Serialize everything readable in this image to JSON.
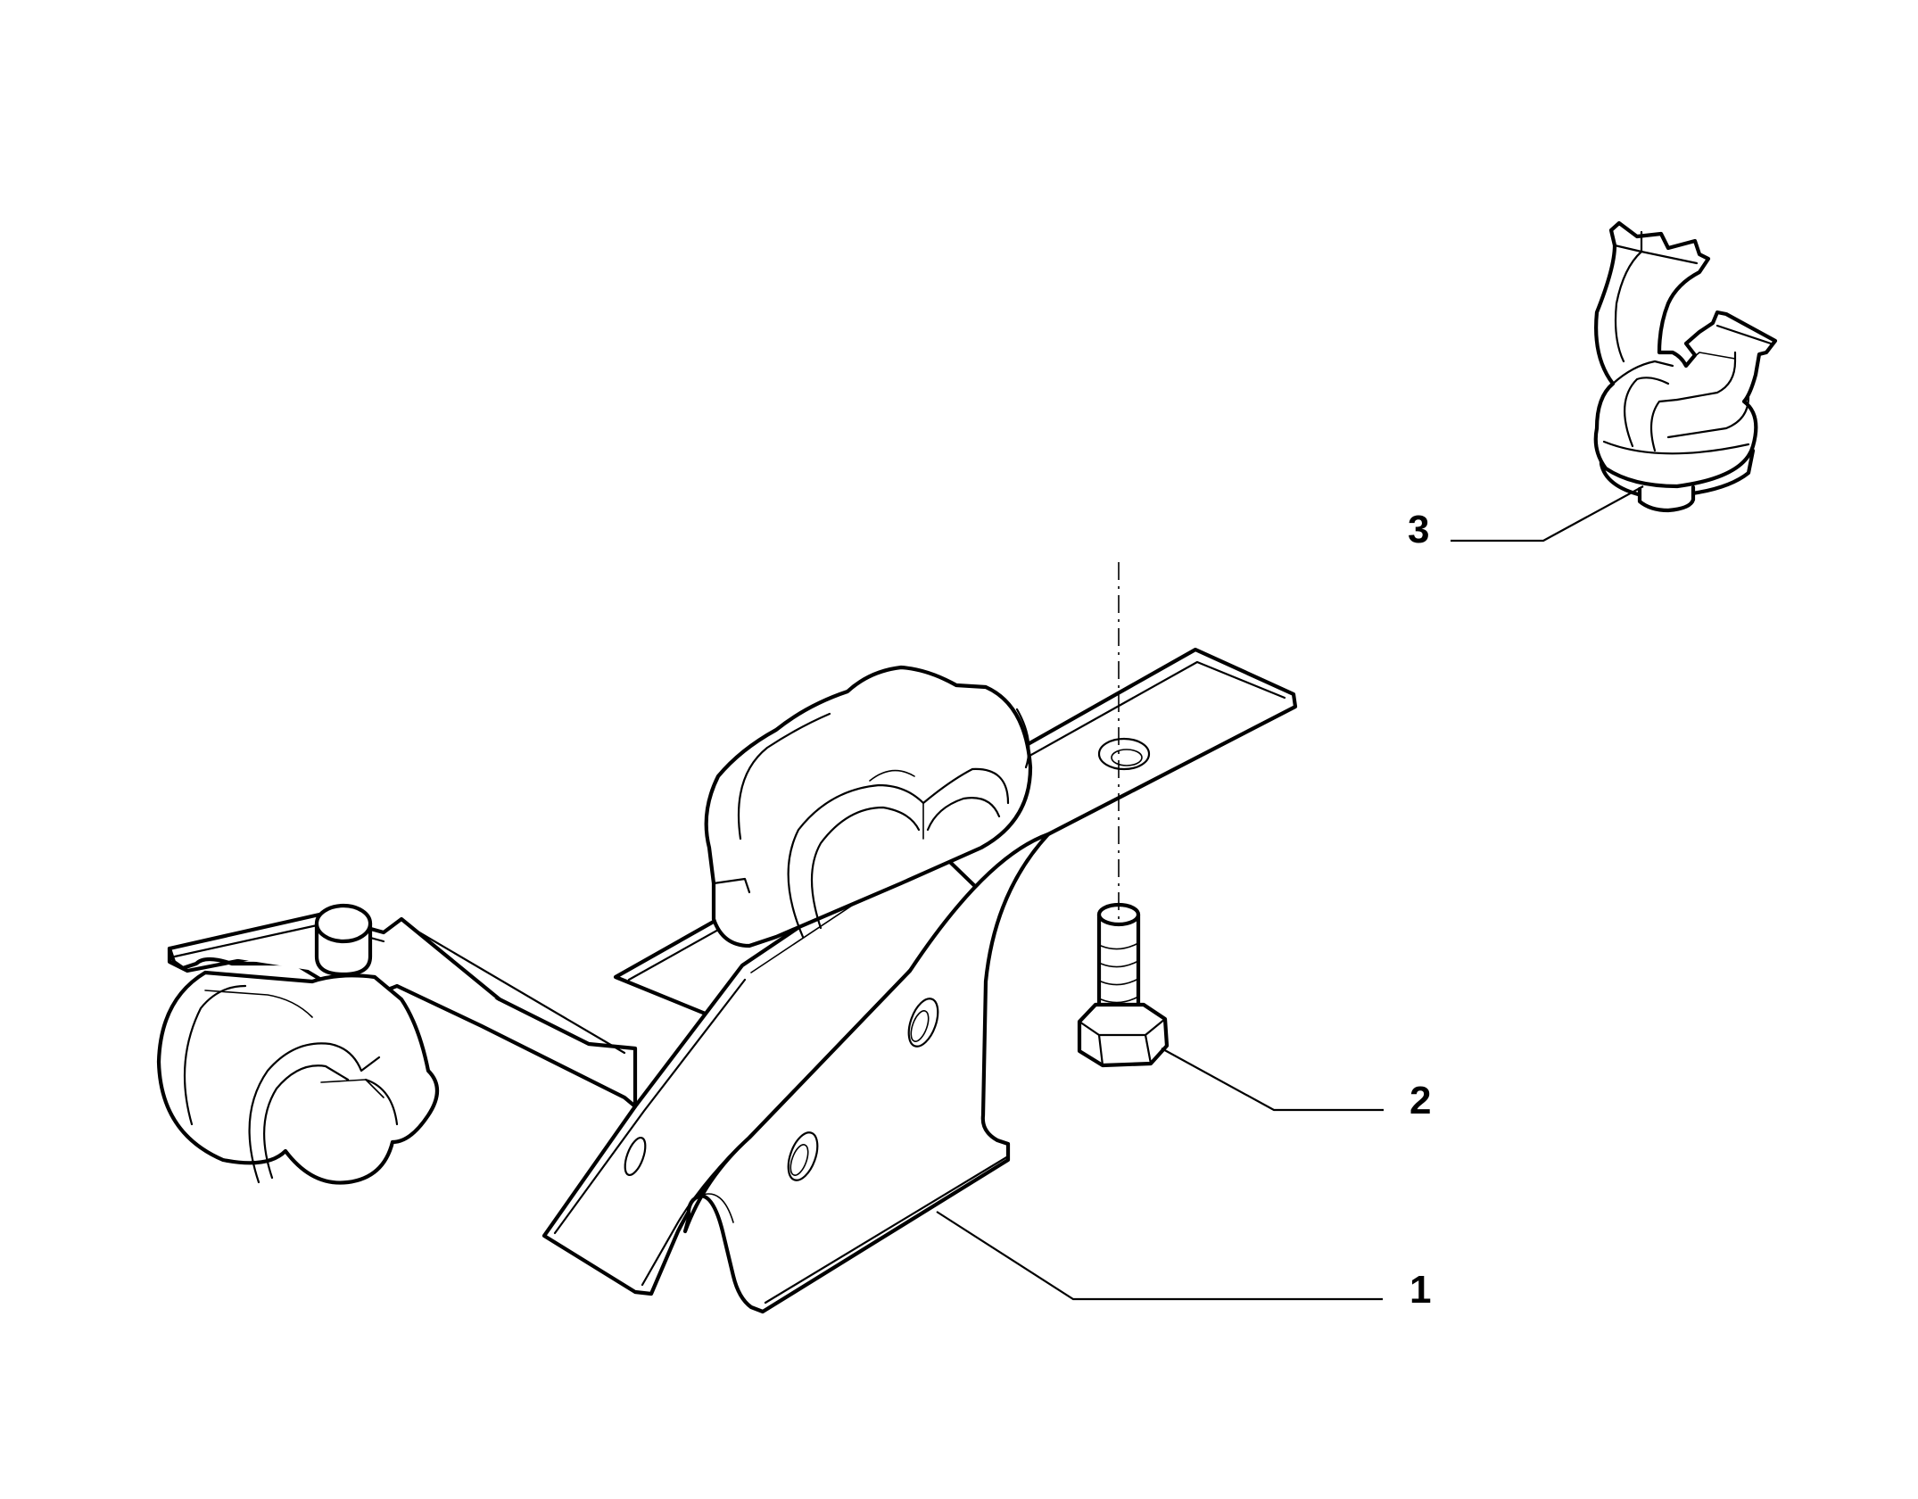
{
  "callouts": [
    {
      "id": "1",
      "label": "1",
      "part": "mounting-bracket"
    },
    {
      "id": "2",
      "label": "2",
      "part": "hex-bolt"
    },
    {
      "id": "3",
      "label": "3",
      "part": "pipe-clip"
    }
  ],
  "colors": {
    "line": "#000000",
    "background": "#ffffff"
  }
}
